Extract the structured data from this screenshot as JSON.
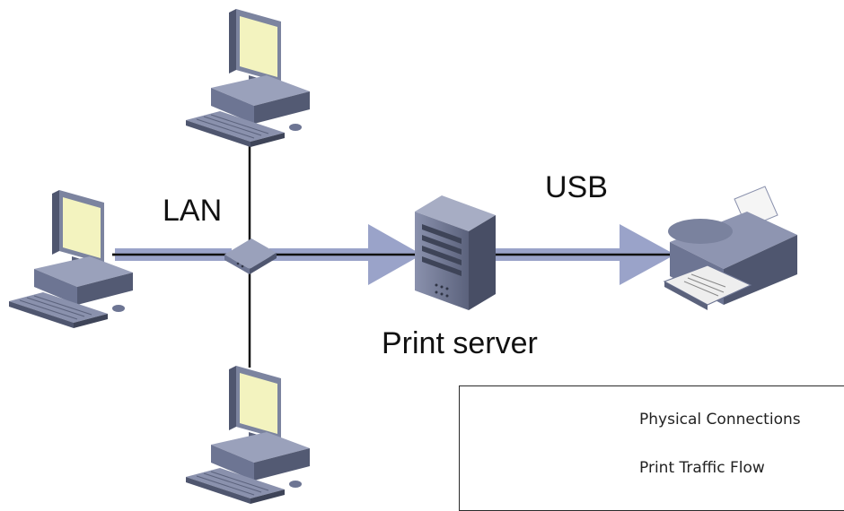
{
  "labels": {
    "lan": "LAN",
    "usb": "USB",
    "print_server": "Print server"
  },
  "legend": {
    "physical": "Physical Connections",
    "traffic": "Print Traffic Flow"
  },
  "colors": {
    "arrow": "#9aa3c9",
    "device": "#6d7593",
    "device_dark": "#4f566f",
    "screen": "#f3f3bf",
    "line": "#111111"
  },
  "icons": [
    "computer-icon",
    "network-hub-icon",
    "server-tower-icon",
    "printer-icon"
  ]
}
